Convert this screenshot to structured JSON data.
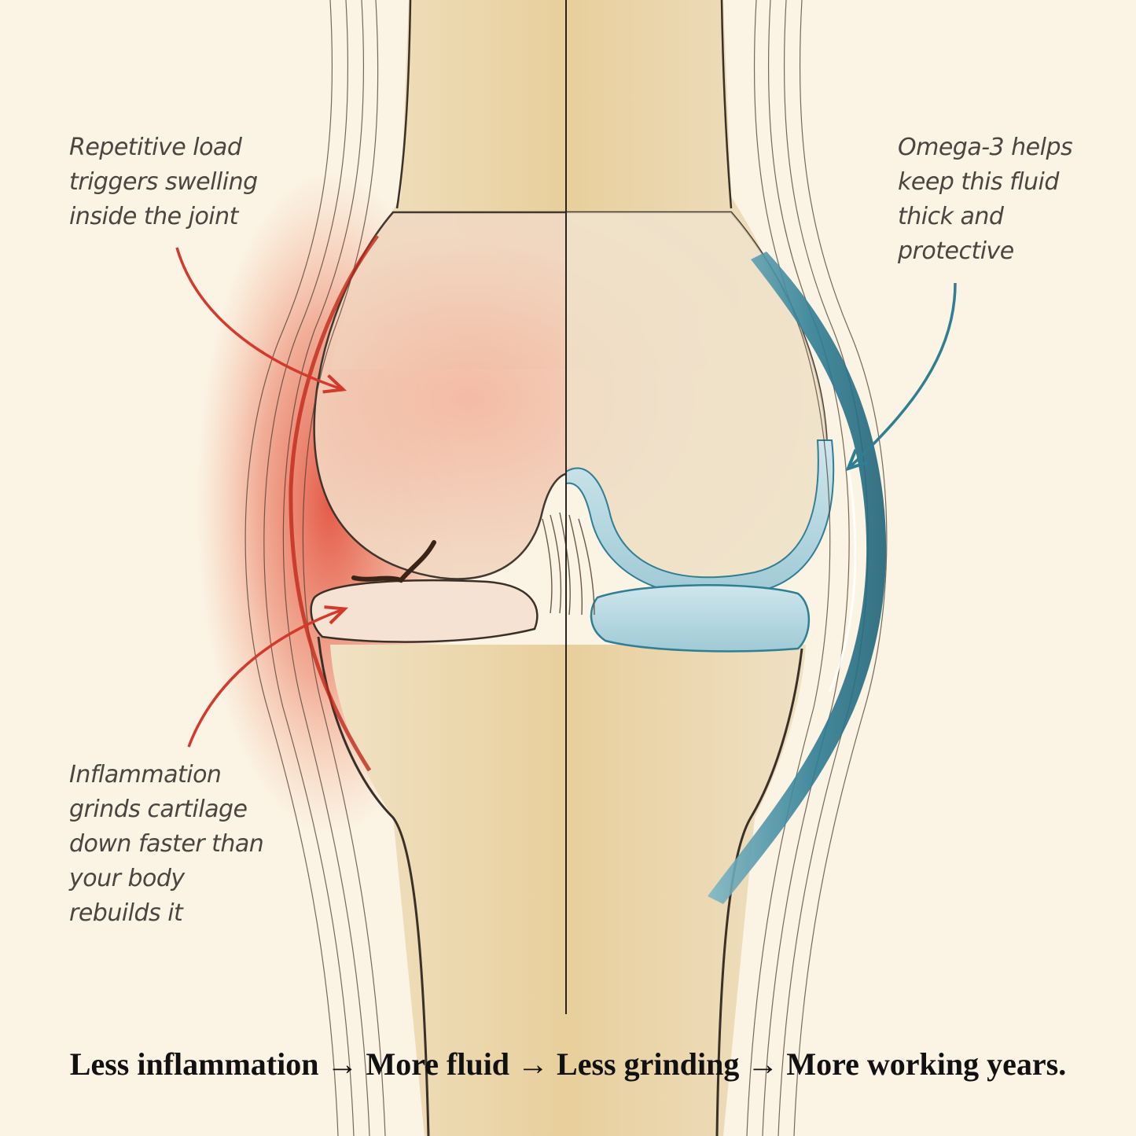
{
  "callouts": {
    "swelling": [
      "Repetitive load",
      "triggers swelling",
      "inside the joint"
    ],
    "omega": [
      "Omega-3 helps",
      "keep this fluid",
      "thick and",
      "protective"
    ],
    "cartilage": [
      "Inflammation",
      "grinds cartilage",
      "down faster than",
      "your body",
      "rebuilds it"
    ]
  },
  "summary": "Less inflammation → More fluid → Less grinding → More working years.",
  "colors": {
    "background": "#fbf3e4",
    "inflamed": "#d33a2c",
    "healthy_fluid": "#2f7e94",
    "bone": "#ecdcb8",
    "ink": "#3a3028"
  }
}
